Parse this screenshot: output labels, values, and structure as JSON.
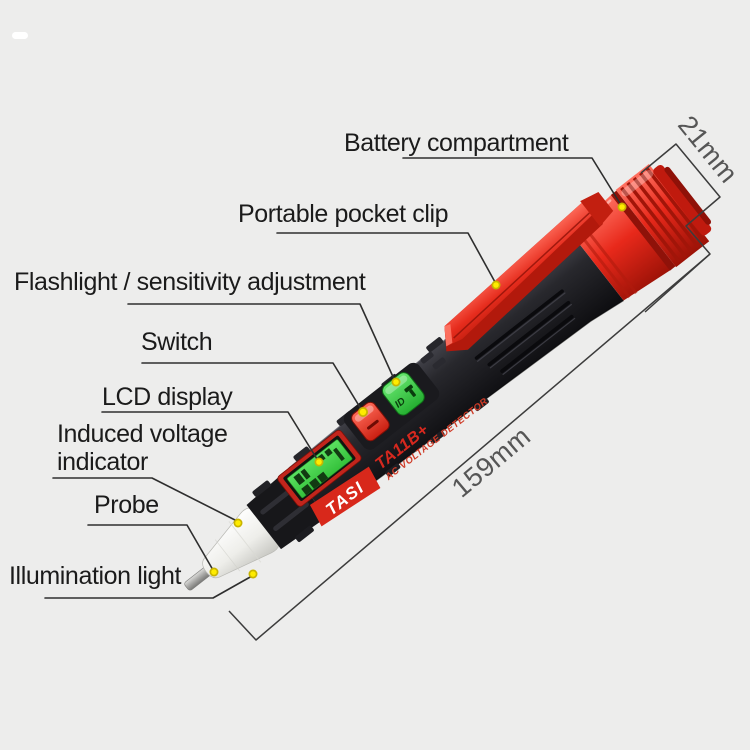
{
  "scene": {
    "description": "Annotated product diagram of a pen-type AC voltage detector",
    "background_color": "#ededec"
  },
  "labels": {
    "battery": "Battery compartment",
    "clip": "Portable pocket clip",
    "flashlight": "Flashlight / sensitivity adjustment",
    "switch": "Switch",
    "lcd": "LCD display",
    "induced": "Induced voltage indicator",
    "probe": "Probe",
    "illumination": "Illumination light"
  },
  "dimensions": {
    "diameter": "21mm",
    "length": "159mm"
  },
  "device": {
    "brand": "TASI",
    "model": "TA11B+",
    "type": "AC VOLTAGE DETECTOR",
    "mode_button": "ID"
  },
  "colors": {
    "brand_red": "#e8291b",
    "body_black": "#26262b",
    "lcd_green": "#3fd046",
    "button_green": "#3ecf49",
    "marker_yellow": "#ffe11a",
    "label_text": "#1b1b1b",
    "dimension_text": "#565656"
  }
}
